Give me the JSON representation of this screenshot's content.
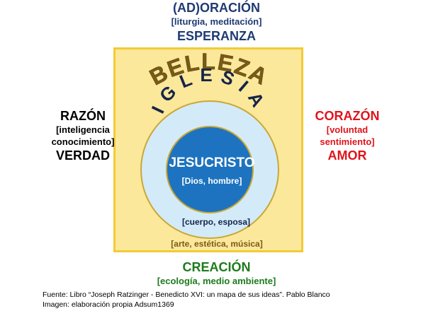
{
  "top": {
    "title": "(AD)ORACIÓN",
    "subtitle": "[liturgia, meditación]",
    "bottom": "ESPERANZA"
  },
  "left": {
    "title": "RAZÓN",
    "subtitle_line1": "[inteligencia",
    "subtitle_line2": "conocimiento]",
    "bottom": "VERDAD"
  },
  "right": {
    "title": "CORAZÓN",
    "subtitle_line1": "[voluntad",
    "subtitle_line2": "sentimiento]",
    "bottom": "AMOR"
  },
  "bottom": {
    "title": "CREACIÓN",
    "subtitle": "[ecología, medio ambiente]"
  },
  "square": {
    "arc_label": "BELLEZA",
    "inner_label": "[arte, estética, música]"
  },
  "ring": {
    "arc_label": "IGLESIA",
    "inner_label": "[cuerpo, esposa]"
  },
  "core": {
    "title": "JESUCRISTO",
    "subtitle": "[Dios, hombre]"
  },
  "source": {
    "line1": "Fuente: Libro “Joseph Ratzinger - Benedicto XVI: un mapa de sus ideas”. Pablo Blanco",
    "line2": "Imagen: elaboración propia Adsum1369"
  },
  "colors": {
    "square_fill": "#fbe89a",
    "square_border": "#f2cb36",
    "belleza_text": "#7a5b16",
    "ring_fill": "#d3ebf9",
    "ring_border": "#caa737",
    "core_fill": "#1d73bf",
    "core_border": "#caa737"
  }
}
